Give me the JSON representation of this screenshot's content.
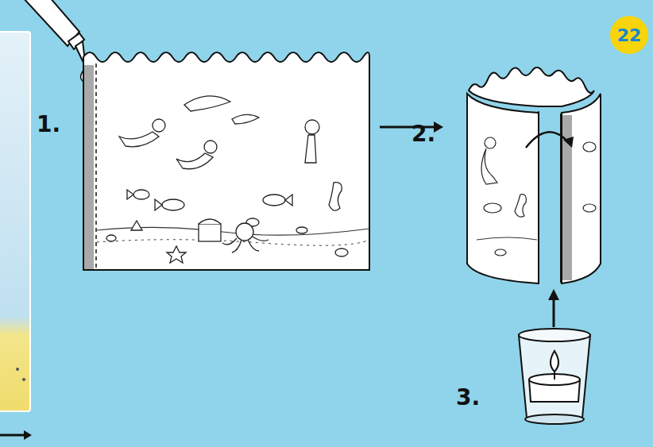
{
  "diagram": {
    "nodes": [
      {
        "text": [
          "22"
        ]
      }
    ],
    "labels": [
      "1.",
      "2.",
      "3."
    ]
  }
}
